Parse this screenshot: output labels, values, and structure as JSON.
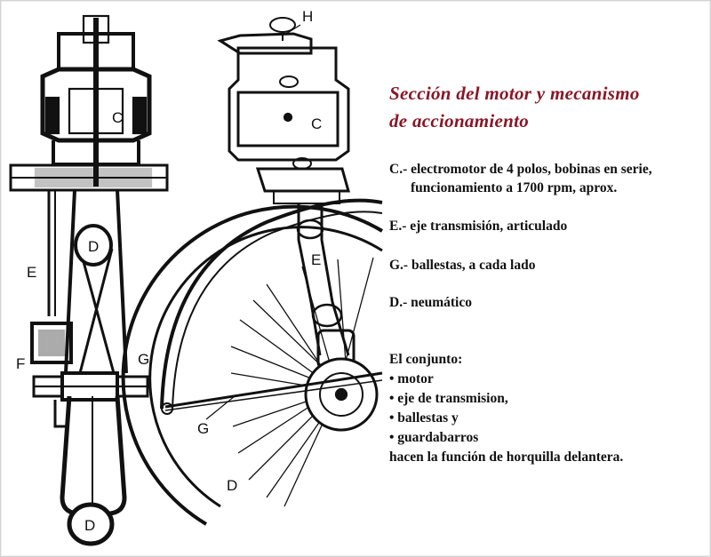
{
  "title": {
    "line1": "Sección del motor y mecanismo",
    "line2": "de accionamiento"
  },
  "legend": {
    "c_line1": "C.- electromotor de 4 polos, bobinas en serie,",
    "c_line2": "funcionamiento a 1700 rpm, aprox.",
    "e": "E.- eje transmisión, articulado",
    "g": "G.- ballestas, a cada lado",
    "d": "D.- neumático"
  },
  "assembly": {
    "heading": "El conjunto:",
    "items": [
      "• motor",
      "• eje de transmision,",
      "• ballestas y",
      "• guardabarros"
    ],
    "closing": "hacen la función de horquilla delantera."
  },
  "drawing_labels": {
    "c_left": "C",
    "d_top": "D",
    "e_left": "E",
    "f_left": "F",
    "g_left": "G",
    "d_bottom": "D",
    "h_right": "H",
    "c_right": "C",
    "e_right": "E",
    "g_right": "G",
    "d_right": "D"
  },
  "colors": {
    "title": "#8a1526",
    "ink": "#111111"
  }
}
